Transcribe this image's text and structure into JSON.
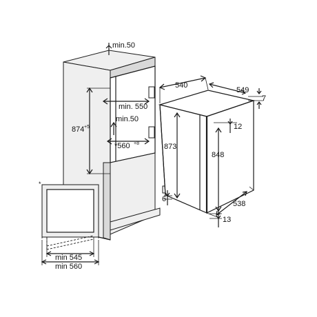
{
  "labels": {
    "min50_top": "min.50",
    "d540": "540",
    "d549": "549",
    "d7": "7",
    "min550": "min. 550",
    "min50_mid": "min.50",
    "d874": "874",
    "d874_sup": "+5",
    "d560": "*560",
    "d560_sup": "+8",
    "d873": "873",
    "d848": "848",
    "d12": "12",
    "d6": "6",
    "d538": "538",
    "d13": "13",
    "asterisk": "*",
    "min545": "min 545",
    "min560": "min 560"
  }
}
